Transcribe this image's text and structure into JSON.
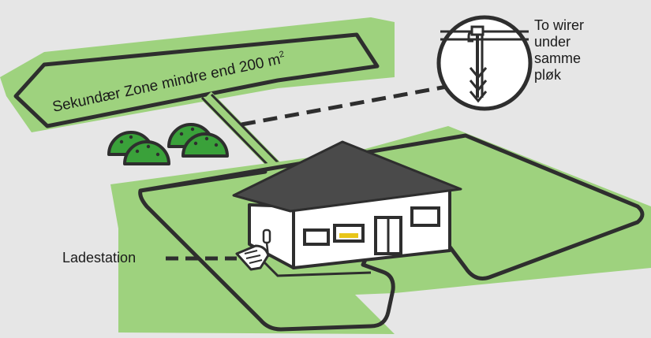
{
  "secondary_zone": {
    "label": "Sekundær Zone mindre end 200 m",
    "unit_superscript": "2"
  },
  "callouts": {
    "two_wires": [
      "To wirer",
      "under",
      "samme",
      "pløk"
    ],
    "charging_station": "Ladestation"
  },
  "colors": {
    "background": "#e6e6e6",
    "lawn": "#9ed27e",
    "wire": "#2e2e2e",
    "roof": "#4a4a4a",
    "house_wall": "#ffffff",
    "bush": "#3aa13a",
    "window_lit": "#e8c619"
  },
  "icons": [
    "boundary-wire-peg-icon",
    "bush-icon",
    "house-icon",
    "charging-station-icon"
  ]
}
